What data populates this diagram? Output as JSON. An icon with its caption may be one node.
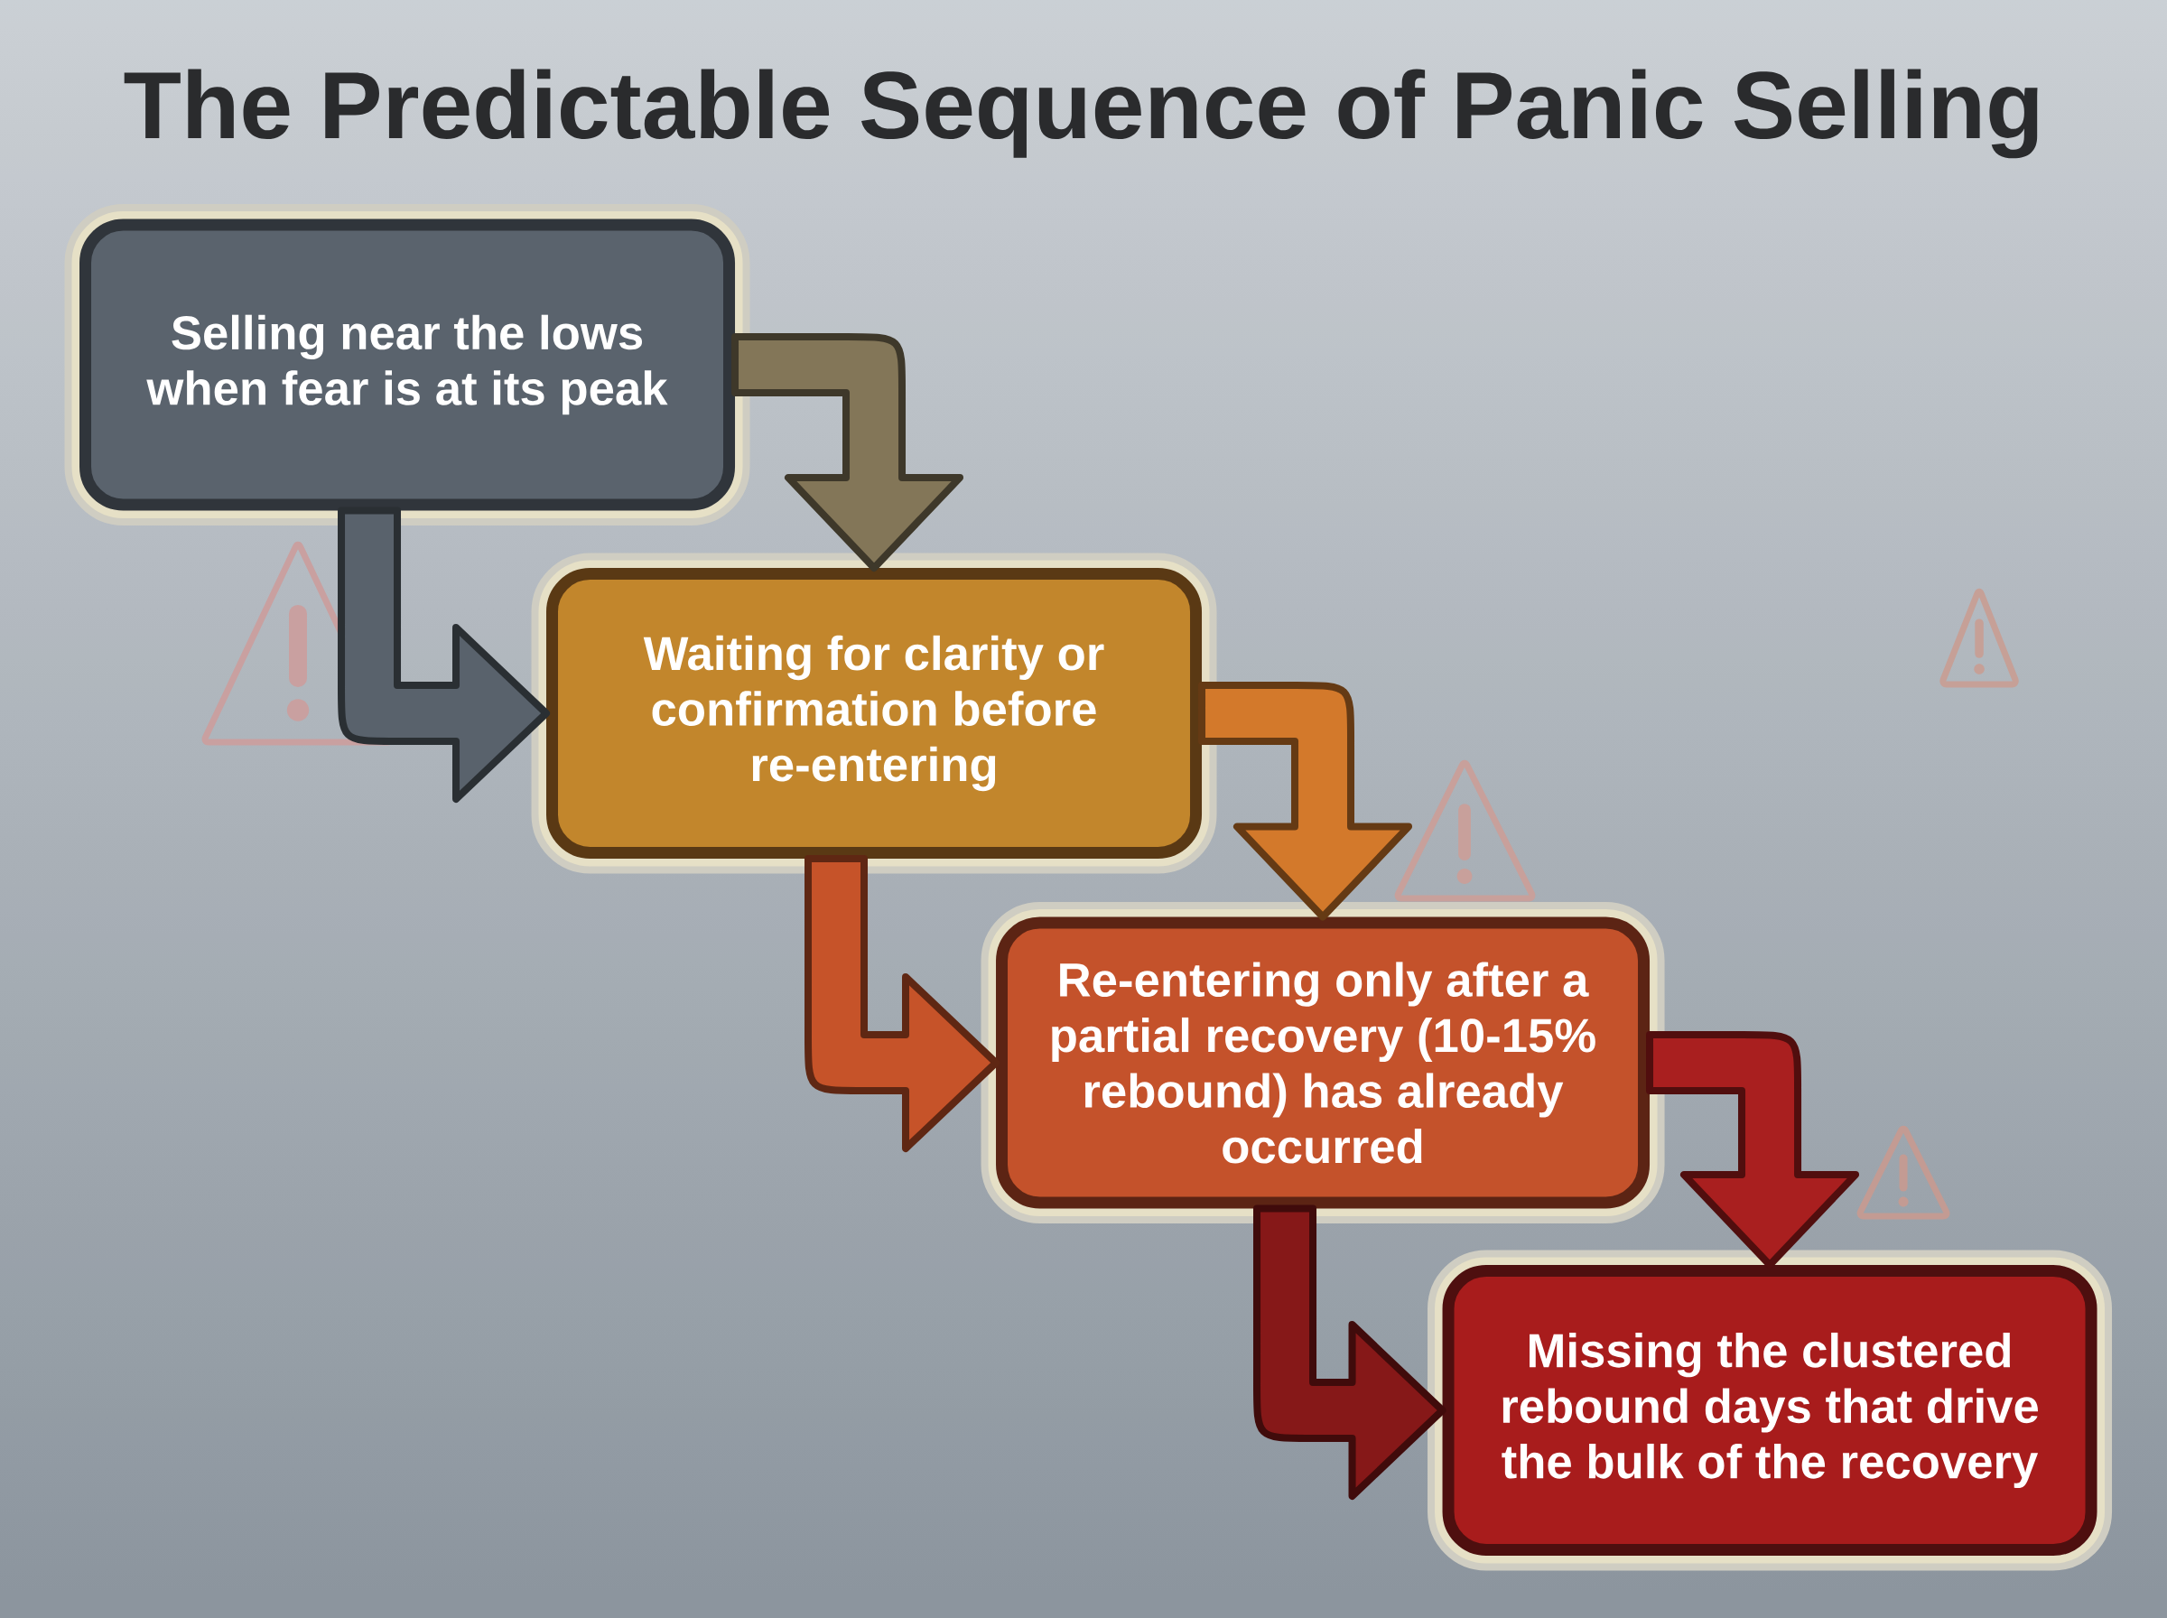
{
  "diagram": {
    "title": "The Predictable Sequence of Panic Selling",
    "nodes": [
      {
        "text": [
          "Selling near the lows when fear is at its peak"
        ]
      },
      {
        "text": [
          "Waiting for clarity or confirmation before re-entering"
        ]
      },
      {
        "text": [
          "Re-entering only after a partial recovery (10-15% rebound) has already occurred"
        ]
      },
      {
        "text": [
          "Missing the clustered rebound days that drive the bulk of the recovery"
        ]
      }
    ],
    "edges": [
      {
        "from": 0,
        "to": 1,
        "arrow": "to",
        "color": "#837658"
      },
      {
        "from": 0,
        "to": 1,
        "arrow": "to",
        "color": "#59626c"
      },
      {
        "from": 1,
        "to": 2,
        "arrow": "to",
        "color": "#d3792b"
      },
      {
        "from": 1,
        "to": 2,
        "arrow": "to",
        "color": "#c65329"
      },
      {
        "from": 2,
        "to": 3,
        "arrow": "to",
        "color": "#a91f1f"
      },
      {
        "from": 2,
        "to": 3,
        "arrow": "to",
        "color": "#861818"
      }
    ]
  }
}
